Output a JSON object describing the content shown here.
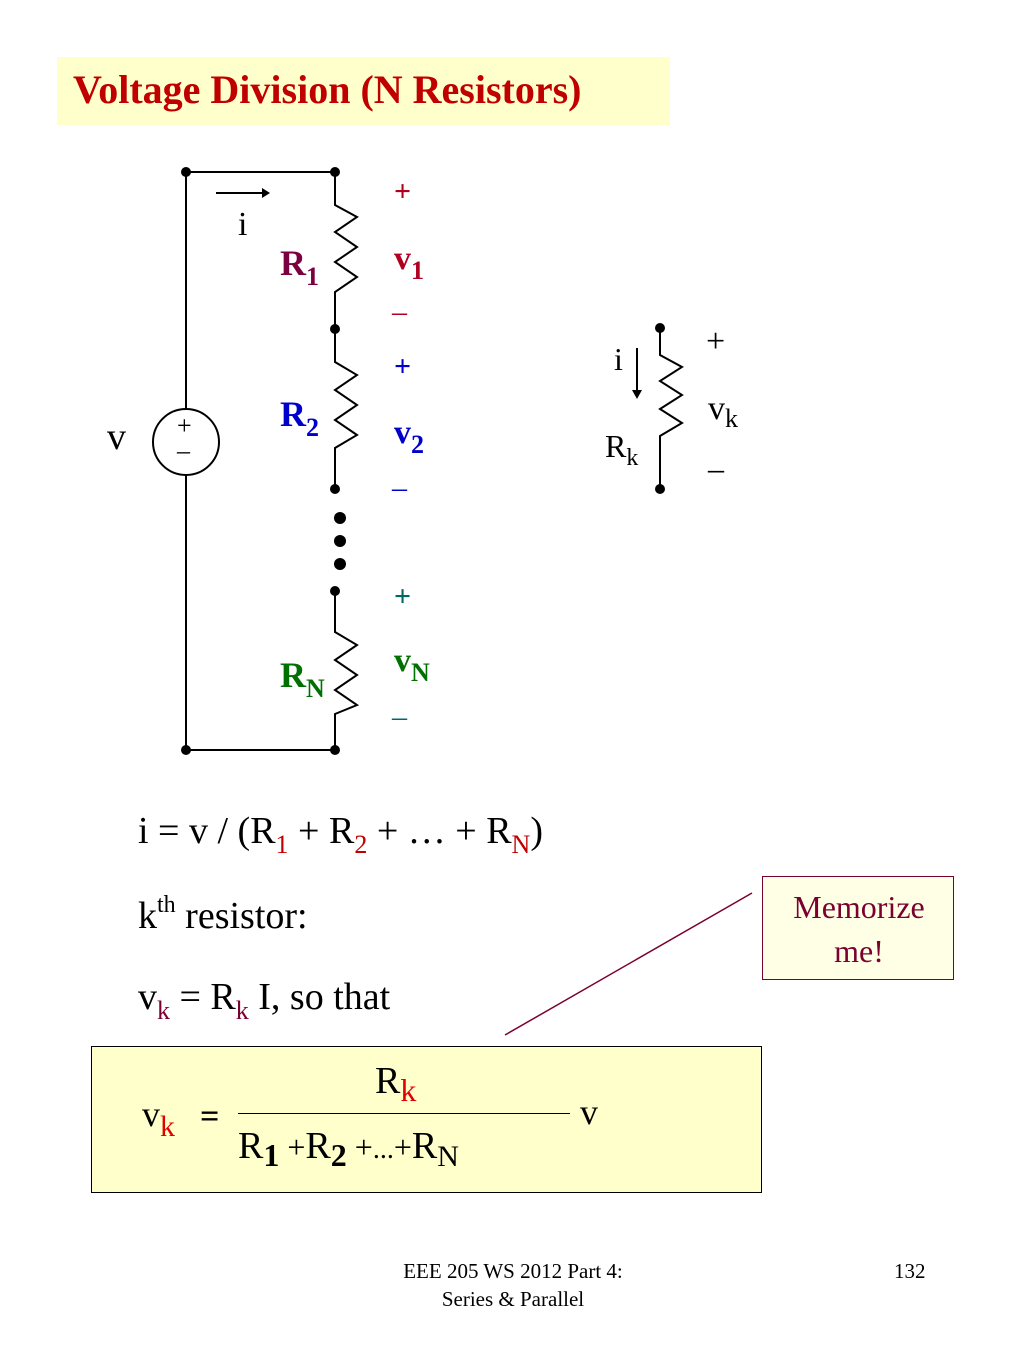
{
  "title": "Voltage Division (N Resistors)",
  "circuit": {
    "source_label": "v",
    "source_plus": "+",
    "source_minus": "–",
    "current_label": "i",
    "resistors": [
      {
        "name": "R",
        "sub": "1",
        "voltage": "v",
        "vsub": "1",
        "plus": "+",
        "minus": "–",
        "color": "#7a0040",
        "vcolor": "#b00020",
        "pmcolor": "#b00020"
      },
      {
        "name": "R",
        "sub": "2",
        "voltage": "v",
        "vsub": "2",
        "plus": "+",
        "minus": "–",
        "color": "#0000cc",
        "vcolor": "#0000cc",
        "pmcolor": "#0000cc"
      },
      {
        "name": "R",
        "sub": "N",
        "voltage": "v",
        "vsub": "N",
        "plus": "+",
        "minus": "–",
        "color": "#007000",
        "vcolor": "#007000",
        "pmcolor": "#006666"
      }
    ]
  },
  "inset": {
    "current_label": "i",
    "resistor_name": "R",
    "resistor_sub": "k",
    "voltage": "v",
    "voltage_sub": "k",
    "plus": "+",
    "minus": "–"
  },
  "equations": {
    "line1": {
      "a": "i  = v / (R",
      "s1": "1",
      "b": " + R",
      "s2": "2",
      "c": "  + …  + R",
      "s3": "N",
      "d": ")"
    },
    "line2": {
      "a": "k",
      "sup": "th",
      "b": " resistor:"
    },
    "line3": {
      "a": "v",
      "s1": "k",
      "b": "  =  R",
      "s2": "k",
      "c": " I, so that"
    }
  },
  "memo": {
    "line1": "Memorize",
    "line2": "me!"
  },
  "formula": {
    "lhs": "v",
    "lhs_sub": "k",
    "equals": "=",
    "num": "R",
    "num_sub": "k",
    "den_r1": "R",
    "den_s1": "1",
    "den_p1": "+",
    "den_r2": "R",
    "den_s2": "2",
    "den_p2": "+",
    "den_dots": "...",
    "den_p3": "+",
    "den_rn": "R",
    "den_sn": "N",
    "rhs": "v"
  },
  "footer": {
    "line1": "EEE 205 WS 2012 Part 4:",
    "line2": "Series & Parallel",
    "page": "132"
  },
  "colors": {
    "title": "#c00000",
    "accent_red": "#e00000",
    "memo": "#7a0030",
    "highlight": "#ffffcc"
  }
}
